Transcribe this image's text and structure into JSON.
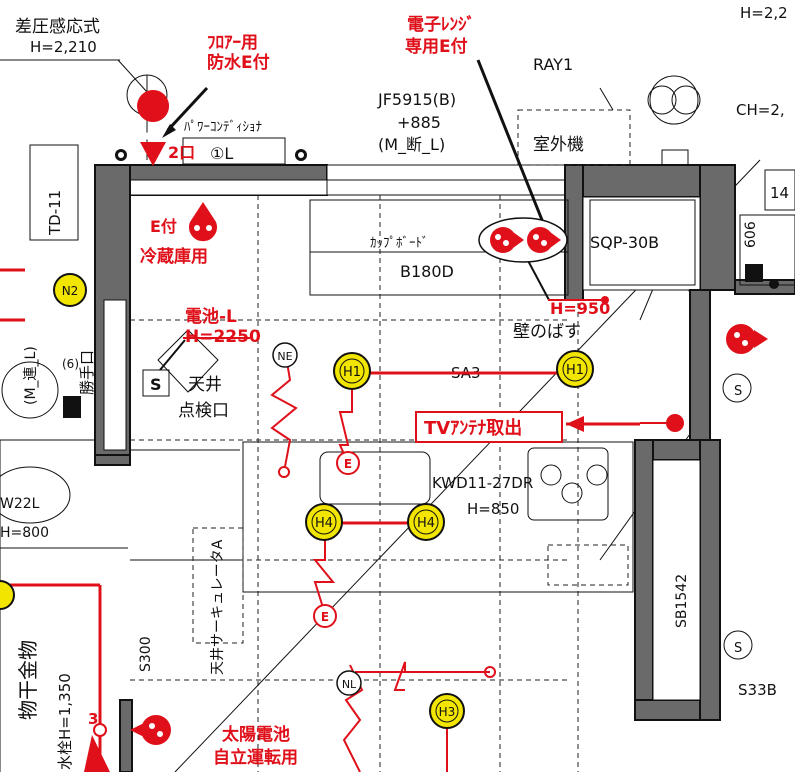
{
  "labels": {
    "pressure_sensor": "差圧感応式",
    "pressure_sensor_h": "H=2,210",
    "top_right_h": "H=2,2",
    "power_conditioner": "ﾊﾟﾜｰｺﾝﾃﾞｨｼｮﾅ",
    "outlet_2": "2口",
    "box_1l": "①L",
    "jf5915": "JF5915(B)",
    "plus885": "+885",
    "m_dan_l": "(M_断_L)",
    "ray1": "RAY1",
    "outdoor_unit": "室外機",
    "ch": "CH=2,",
    "td11": "TD-11",
    "cupboard": "ｶｯﾌﾟﾎﾞｰﾄﾞ",
    "b180d": "B180D",
    "sqp30b": "SQP-30B",
    "n2": "N2",
    "wall_side": "壁のばす",
    "m_ren_l": "(M_連_L)",
    "rokuhyaku": "(6)",
    "kamite": "勝手口",
    "tenjo": "天井",
    "tenken": "点検口",
    "ne": "NE",
    "h1": "H1",
    "sa3": "SA3",
    "s_label": "S",
    "kwd": "KWD11-27DR",
    "h850": "H=850",
    "h4": "H4",
    "w22l": "W22L",
    "h800": "H=800",
    "s300": "S300",
    "ceiling_circulator": "天井サーキュレータA",
    "sb1542": "SB1542",
    "s33b": "S33B",
    "monohoshi": "物干金物",
    "suisen": "水栓H=1,350",
    "num3": "3",
    "nl": "NL",
    "h3": "H3",
    "num606": "606",
    "num14": "14",
    "e_label": "E"
  },
  "annotations": {
    "flooring": "ﾌﾛｱｰ用",
    "waterproof": "防水E付",
    "microwave": "電子ﾚﾝｼﾞ",
    "dedicated_e": "専用E付",
    "e_fridge_1": "E付",
    "e_fridge_2": "冷蔵庫用",
    "battery": "電池-L",
    "battery_h": "H=2250",
    "h950": "H=950",
    "tv_antenna": "TVｱﾝﾃﾅ取出",
    "solar_1": "太陽電池",
    "solar_2": "自立運転用"
  },
  "colors": {
    "annotation": "#e0101a",
    "light_fixture": "#f2e600",
    "wall": "#6a6a6a"
  }
}
